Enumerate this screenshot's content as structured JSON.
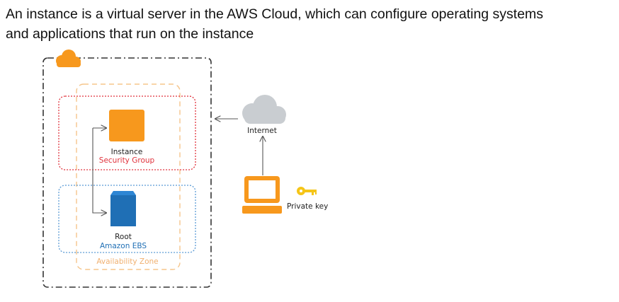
{
  "heading": {
    "line1": " An instance is a virtual server in the AWS Cloud, which can configure operating systems",
    "line2": "and applications that run on the instance"
  },
  "diagram": {
    "instance_label": "Instance",
    "security_group_label": "Security Group",
    "root_label": "Root",
    "ebs_label": "Amazon EBS",
    "availability_zone_label": "Availability Zone",
    "internet_label": "Internet",
    "private_key_label": "Private key"
  },
  "colors": {
    "aws_orange": "#F7981D",
    "security_group_red": "#E0323C",
    "ebs_blue": "#1F6FB5",
    "vpc_blue": "#5B9BD5",
    "az_orange": "#F5C58B",
    "cloud_gray": "#C9CDD1",
    "key_yellow": "#F5C518",
    "line_dark": "#333333"
  }
}
